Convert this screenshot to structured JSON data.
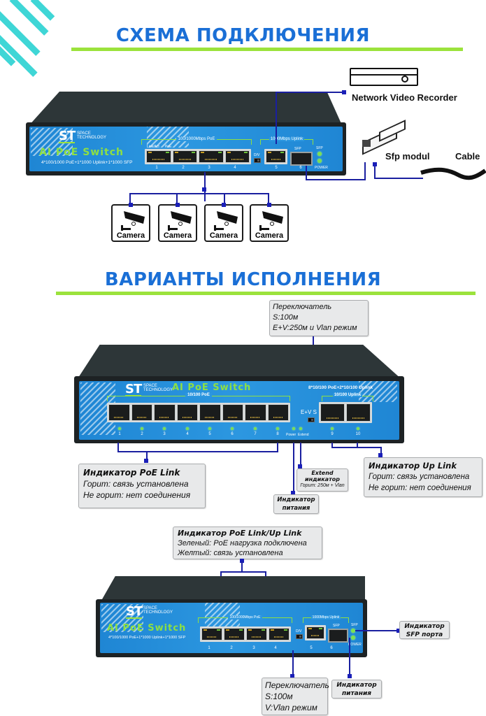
{
  "sections": {
    "connection": {
      "title": "СХЕМА ПОДКЛЮЧЕНИЯ"
    },
    "variants": {
      "title": "ВАРИАНТЫ ИСПОЛНЕНИЯ"
    }
  },
  "colors": {
    "title_blue": "#1a6fd6",
    "rule_green": "#9be23c",
    "switch_face_blue": "#2c97e0",
    "switch_name_green": "#8ee042",
    "connector_blue": "#1a1fa0",
    "callout_bg": "#e8e9ea"
  },
  "switch_6port": {
    "logo": "ST",
    "logo_sub": [
      "SPACE",
      "TECHNOLOGY"
    ],
    "name": "AI PoE Switch",
    "spec": "4*100/1000 PoE+1*1000 Uplink+1*1000 SFP",
    "poe_group_label": "100/1000Mbps PoE",
    "uplink_group_label": "1000Mbps Uplink",
    "port_led_labels": [
      "Link/Act",
      "PoE"
    ],
    "dip_label": "D/V",
    "sfp_label": "SFP",
    "sfp_led_label": "SFP",
    "power_led_label": "POWER",
    "port_numbers": [
      "1",
      "2",
      "3",
      "4",
      "5",
      "6"
    ]
  },
  "diagram": {
    "nvr_label": "Network Video Recorder",
    "sfp_module_label": "Sfp modul",
    "cable_label": "Cable",
    "cameras": [
      "Camera",
      "Camera",
      "Camera",
      "Camera"
    ]
  },
  "switch_10port": {
    "logo": "ST",
    "logo_sub": [
      "SPACE",
      "TECHNOLOGY"
    ],
    "name": "AI PoE Switch",
    "spec": "8*10/100 PoE+2*10/100 Uplink",
    "poe_group_label": "10/100 PoE",
    "uplink_group_label": "10/100 Uplink",
    "dip_label": "E+V  S",
    "power_label": "Power",
    "extend_label": "Extend",
    "port_numbers": [
      "1",
      "2",
      "3",
      "4",
      "5",
      "6",
      "7",
      "8",
      "9",
      "10"
    ]
  },
  "callouts_10port": {
    "switch_mode": {
      "lines": [
        "Переключатель",
        "S:100м",
        "E+V:250м и Vlan режим"
      ]
    },
    "poe_link": {
      "title": "Индикатор PoE Link",
      "lines": [
        "Горит: связь установлена",
        "Не горит: нет соединения"
      ]
    },
    "extend": {
      "title_lines": [
        "Extend",
        "индикатор"
      ],
      "note": "Горит: 250м + Vlan"
    },
    "power": {
      "title_lines": [
        "Индикатор",
        "питания"
      ]
    },
    "uplink": {
      "title": "Индикатор Up Link",
      "lines": [
        "Горит: связь установлена",
        "Не горит: нет соединения"
      ]
    }
  },
  "callouts_6port": {
    "poe_uplink": {
      "title": "Индикатор PoE Link/Up Link",
      "lines": [
        "Зеленый: PoE нагрузка подключена",
        "Желтый: связь установлена"
      ]
    },
    "sfp_port": {
      "title_lines": [
        "Индикатор",
        "SFP порта"
      ]
    },
    "switch_mode": {
      "lines": [
        "Переключатель",
        "S:100м",
        "V:Vlan режим"
      ]
    },
    "power": {
      "title_lines": [
        "Индикатор",
        "питания"
      ]
    }
  }
}
